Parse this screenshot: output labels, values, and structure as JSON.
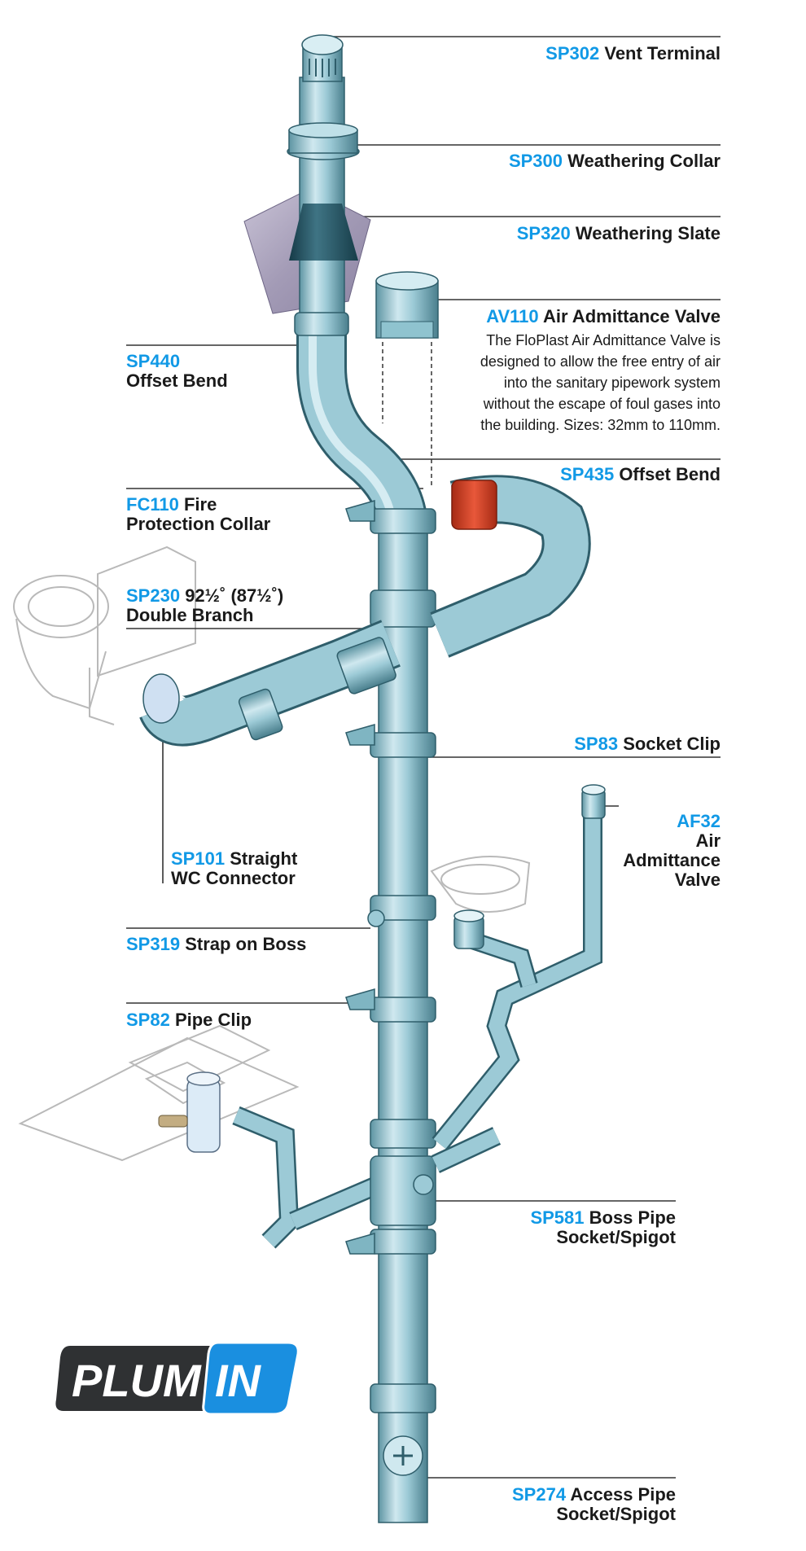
{
  "labels": {
    "sp302": {
      "code": "SP302",
      "name": "Vent Terminal"
    },
    "sp300": {
      "code": "SP300",
      "name": "Weathering Collar"
    },
    "sp320": {
      "code": "SP320",
      "name": "Weathering Slate"
    },
    "av110": {
      "code": "AV110",
      "name": "Air Admittance Valve",
      "desc_lines": [
        "The FloPlast Air Admittance Valve is",
        "designed to allow the free entry of air",
        "into the sanitary pipework system",
        "without the escape of foul gases into",
        "the building. Sizes: 32mm to 110mm."
      ]
    },
    "sp440": {
      "code": "SP440",
      "name": "Offset Bend"
    },
    "sp435": {
      "code": "SP435",
      "name": "Offset Bend"
    },
    "fc110": {
      "code": "FC110",
      "name_line1": "Fire",
      "name_line2": "Protection Collar"
    },
    "sp230": {
      "code": "SP230",
      "name_line1": "92½˚ (87½˚)",
      "name_line2": "Double Branch"
    },
    "sp83": {
      "code": "SP83",
      "name": "Socket Clip"
    },
    "af32": {
      "code": "AF32",
      "name_line1": "Air",
      "name_line2": "Admittance",
      "name_line3": "Valve"
    },
    "sp101": {
      "code": "SP101",
      "name_line1": "Straight",
      "name_line2": "WC Connector"
    },
    "sp319": {
      "code": "SP319",
      "name": "Strap on Boss"
    },
    "sp82": {
      "code": "SP82",
      "name": "Pipe Clip"
    },
    "sp581": {
      "code": "SP581",
      "name_line1": "Boss Pipe",
      "name_line2": "Socket/Spigot"
    },
    "sp274": {
      "code": "SP274",
      "name_line1": "Access Pipe",
      "name_line2": "Socket/Spigot"
    }
  },
  "logo": {
    "part1": "PLUM",
    "part2": "IN"
  },
  "colors": {
    "code_blue": "#1199e6",
    "pipe": "#8fc3cf",
    "pipe_dark": "#4f8a98",
    "fire_collar": "#d9472b",
    "logo_dark": "#2f3133",
    "logo_blue": "#1a8fe0"
  }
}
